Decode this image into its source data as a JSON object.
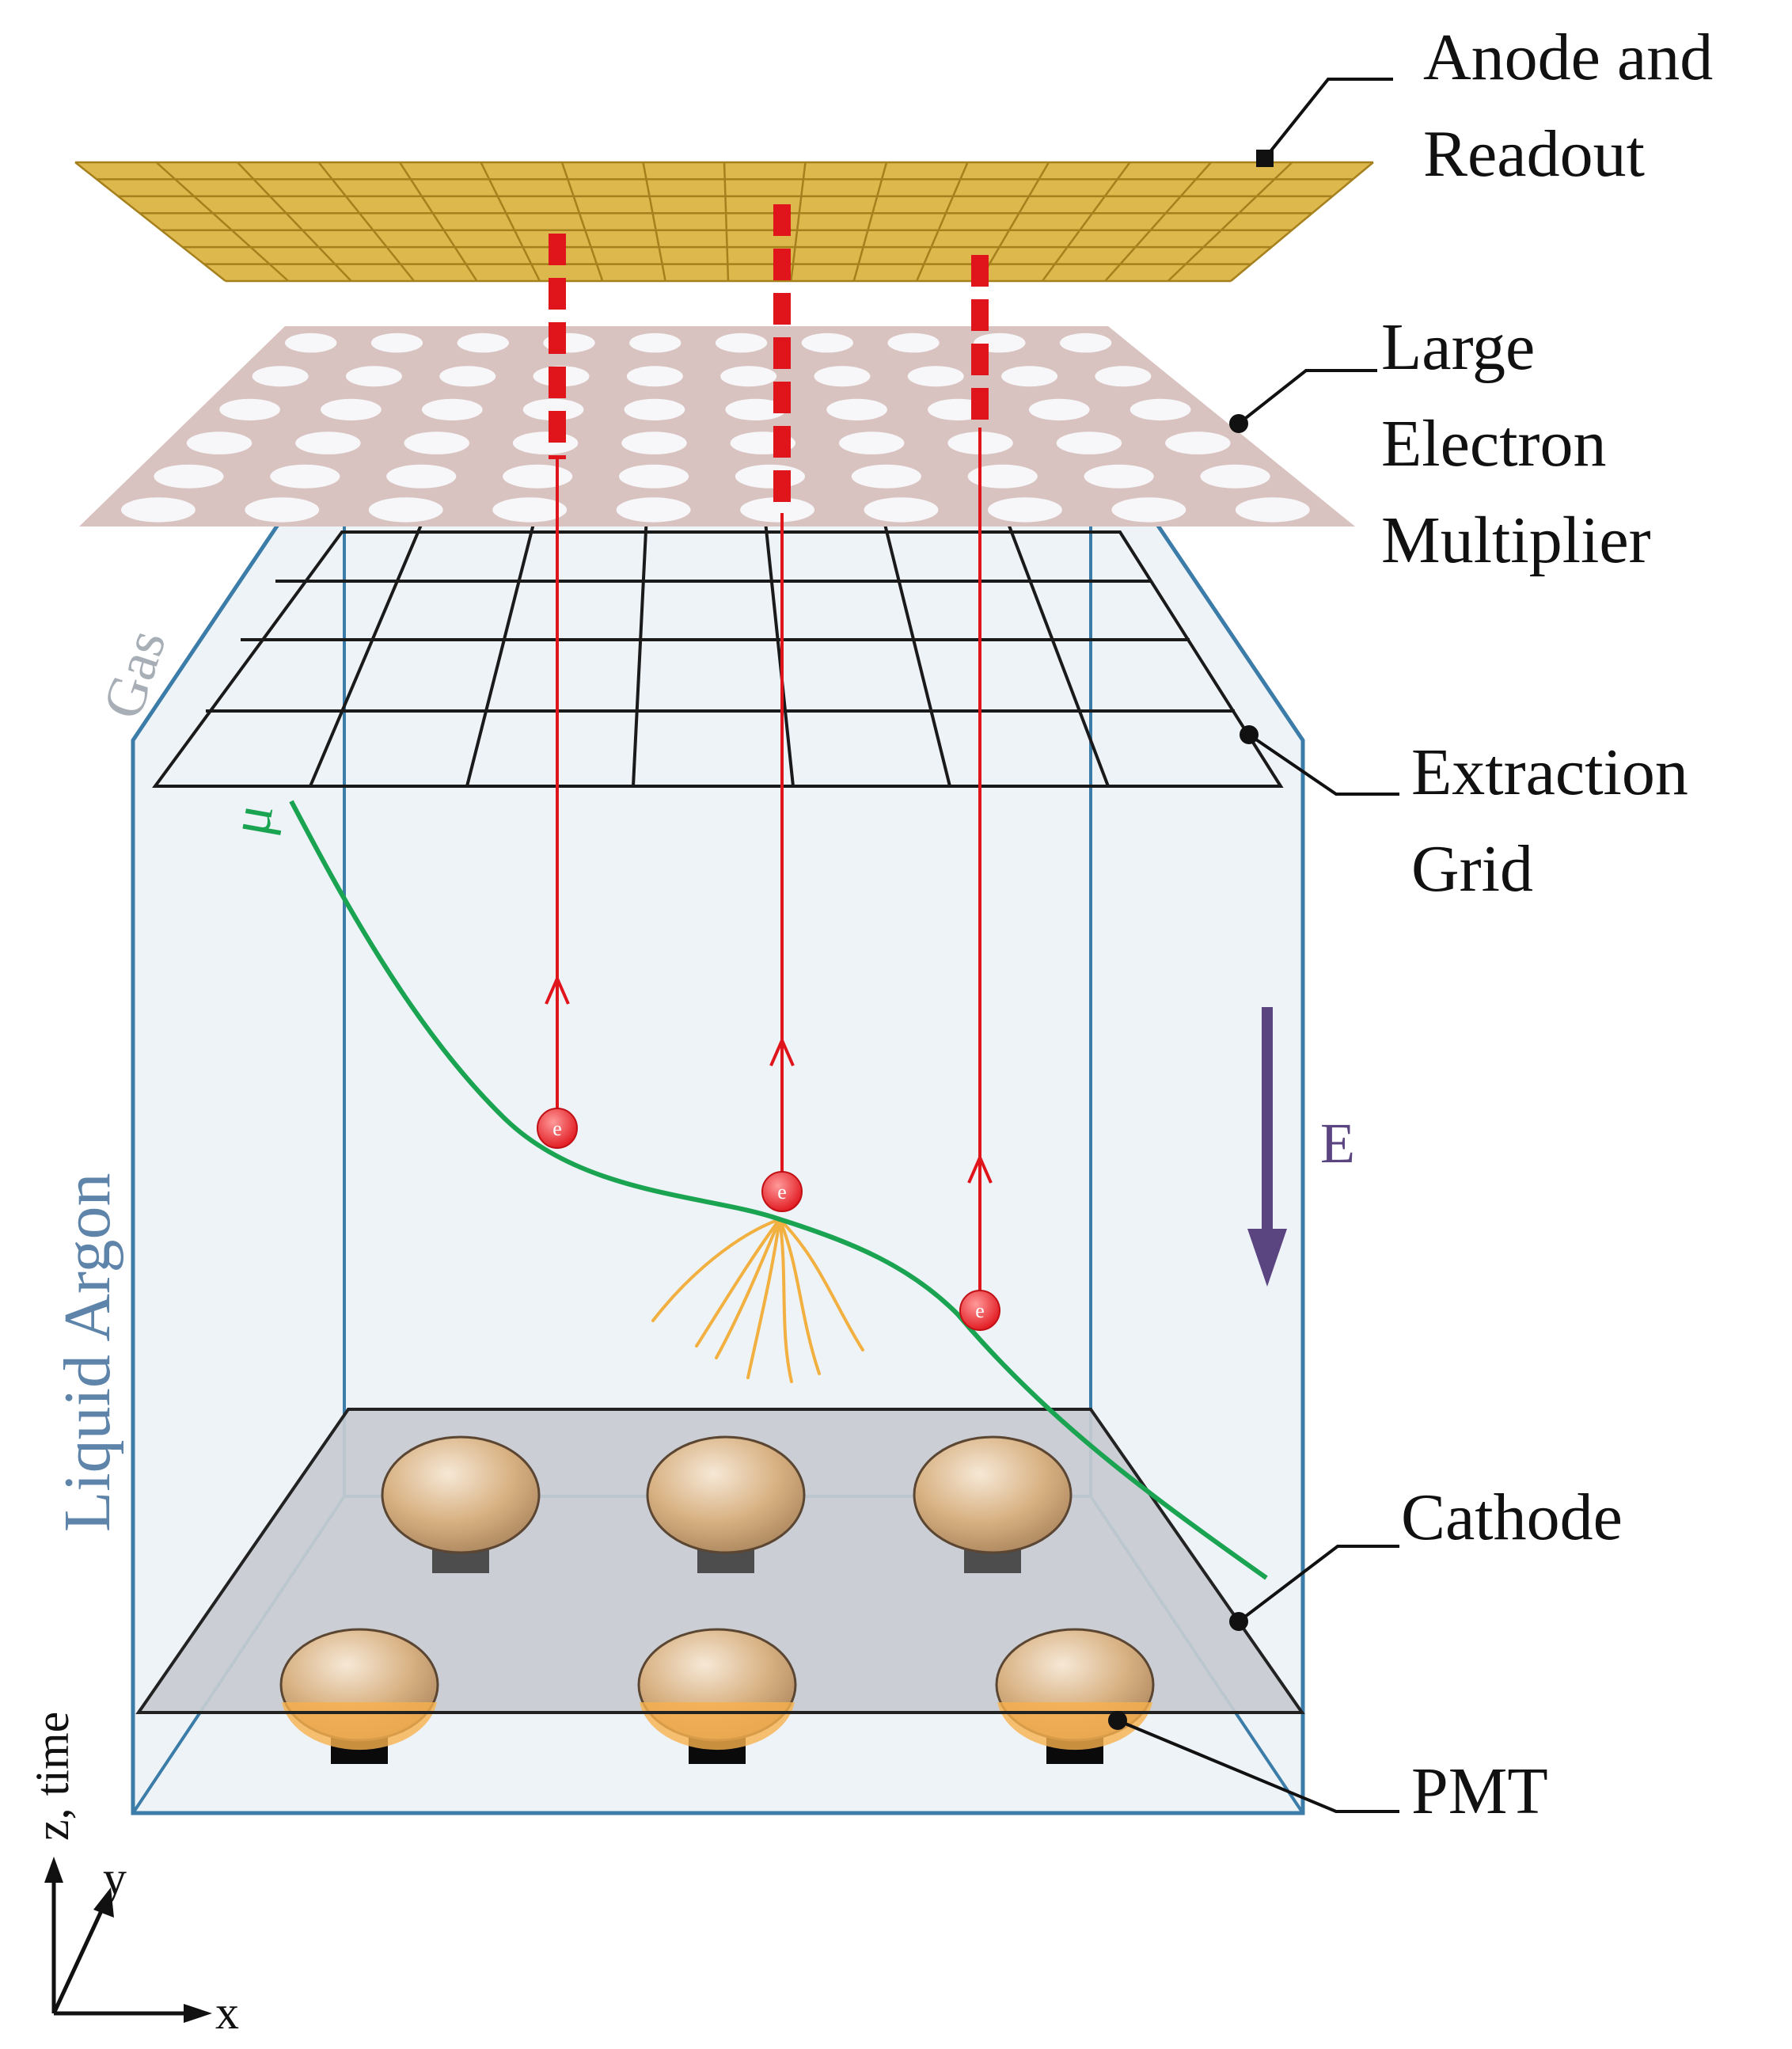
{
  "labels": {
    "anode": [
      "Anode and",
      "Readout"
    ],
    "lem": [
      "Large",
      "Electron",
      "Multiplier"
    ],
    "extraction": [
      "Extraction",
      "Grid"
    ],
    "cathode": "Cathode",
    "pmt": "PMT",
    "gas": "Gas",
    "liquid_argon": "Liquid Argon",
    "muon": "μ",
    "field": "E",
    "axis_z": "z, time",
    "axis_y": "y",
    "axis_x": "x",
    "electron": "e"
  },
  "colors": {
    "anode_fill": "#ddb84c",
    "anode_grid": "#a5801d",
    "lem_fill": "#d9c3c1",
    "lem_hole": "#f7f7f9",
    "tank_fill": "#eef3f8",
    "tank_edge": "#3c7ca8",
    "cathode_fill": "#c8ccd1",
    "muon_track": "#1aa451",
    "drift": "#e0141b",
    "shower": "#f2b041",
    "field_arrow": "#5b4581",
    "text": "#111111",
    "tank_label": "#5e84aa",
    "gas_label": "#a7aeb6"
  }
}
